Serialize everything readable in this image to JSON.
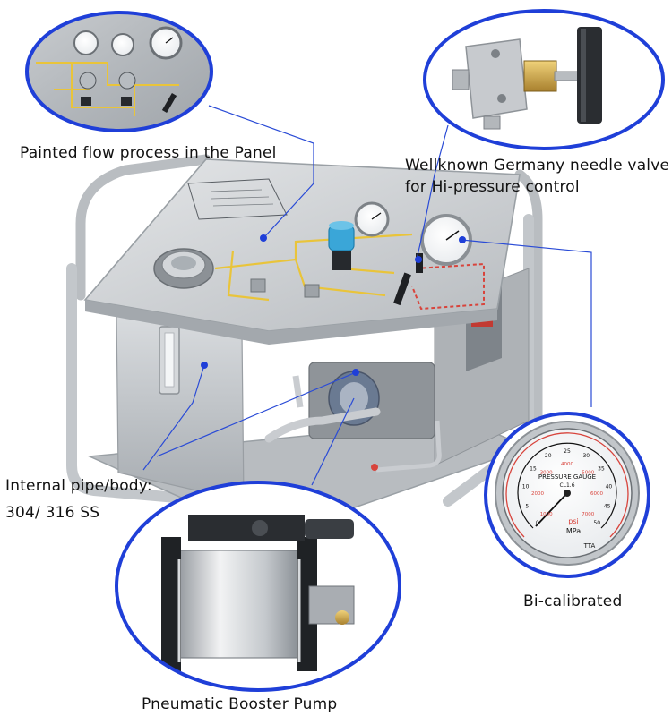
{
  "captions": {
    "panel_flow": "Painted flow process in the Panel",
    "needle_valve_line1": "Wellknown Germany needle valve",
    "needle_valve_line2": "for Hi-pressure control",
    "internal_pipe_line1": "Internal pipe/body:",
    "internal_pipe_line2": "304/ 316 SS",
    "bi_calibrated": "Bi-calibrated",
    "booster_pump": "Pneumatic Booster Pump"
  },
  "gauge": {
    "brand": "PRESSURE GAUGE",
    "unit_outer": "psi",
    "unit_inner": "MPa",
    "class": "CL1.6",
    "maker": "TTA",
    "inner_scale": [
      "0",
      "5",
      "10",
      "15",
      "20",
      "25",
      "30",
      "35",
      "40",
      "45",
      "50"
    ],
    "outer_scale": [
      "1000",
      "2000",
      "3000",
      "4000",
      "5000",
      "6000",
      "7000"
    ]
  },
  "colors": {
    "callout_circle": "#1f3fd8",
    "leader_line": "#2a4bd6",
    "stainless": "#c9ccd0",
    "flow_yellow": "#e9c43a",
    "flow_red": "#d8443c",
    "cap_blue": "#3aa6d8"
  }
}
